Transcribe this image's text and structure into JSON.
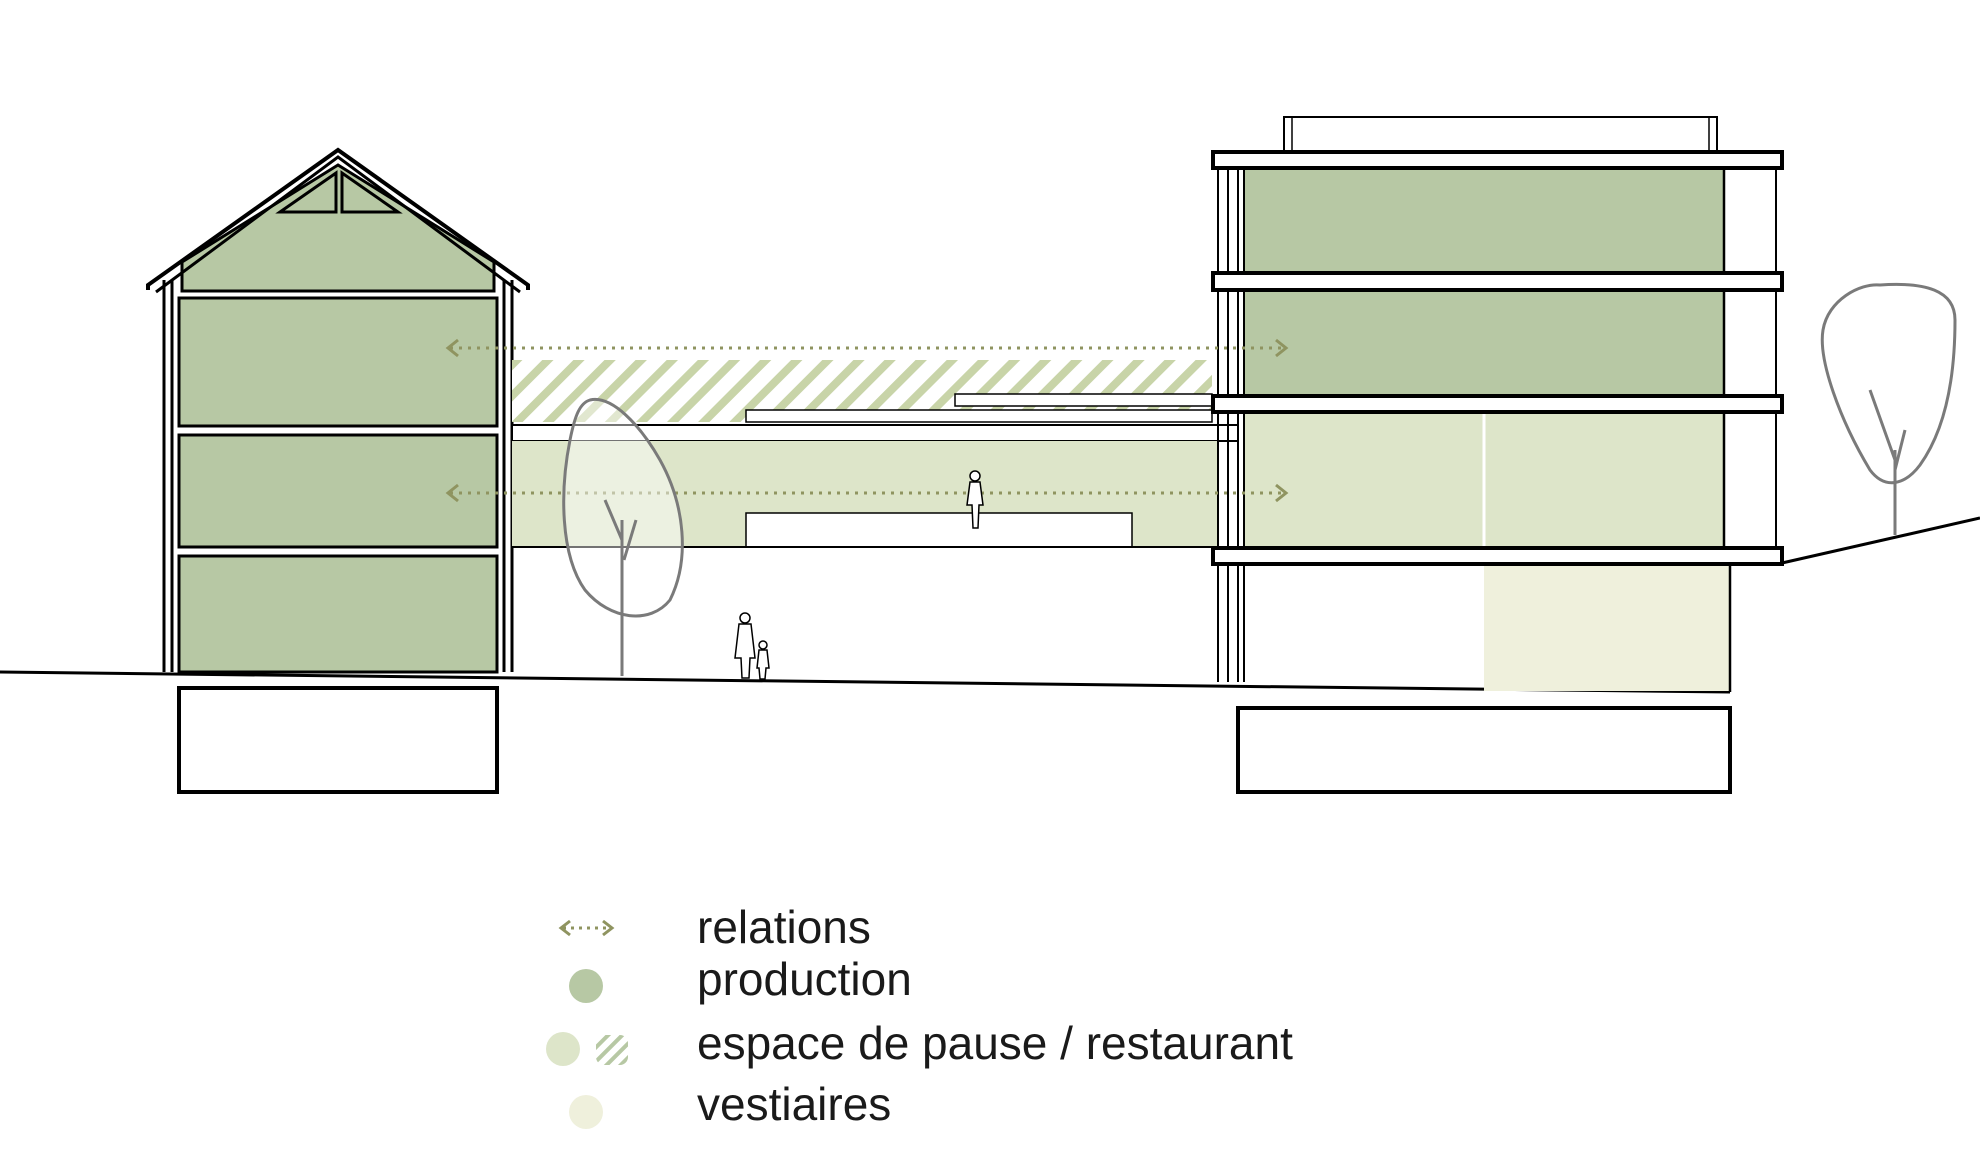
{
  "legend": {
    "items": [
      {
        "key": "relations",
        "label": "relations",
        "icon": "dotted-double-arrow-icon",
        "color": "#8f9460"
      },
      {
        "key": "production",
        "label": "production",
        "icon": "circle-swatch-icon",
        "color": "#b7c8a4"
      },
      {
        "key": "pause",
        "label": "espace de pause / restaurant",
        "icon": "circle-and-hatch-swatch-icon",
        "color": "#dde5c9"
      },
      {
        "key": "vestiaires",
        "label": "vestiaires",
        "icon": "circle-swatch-icon",
        "color": "#eff0dc"
      }
    ]
  },
  "colors": {
    "production": "#b7c8a4",
    "pause": "#dde5c9",
    "vestiaires": "#eff0dc",
    "relations": "#8f9460",
    "outline": "#000000",
    "tree": "#7a7a7a"
  }
}
